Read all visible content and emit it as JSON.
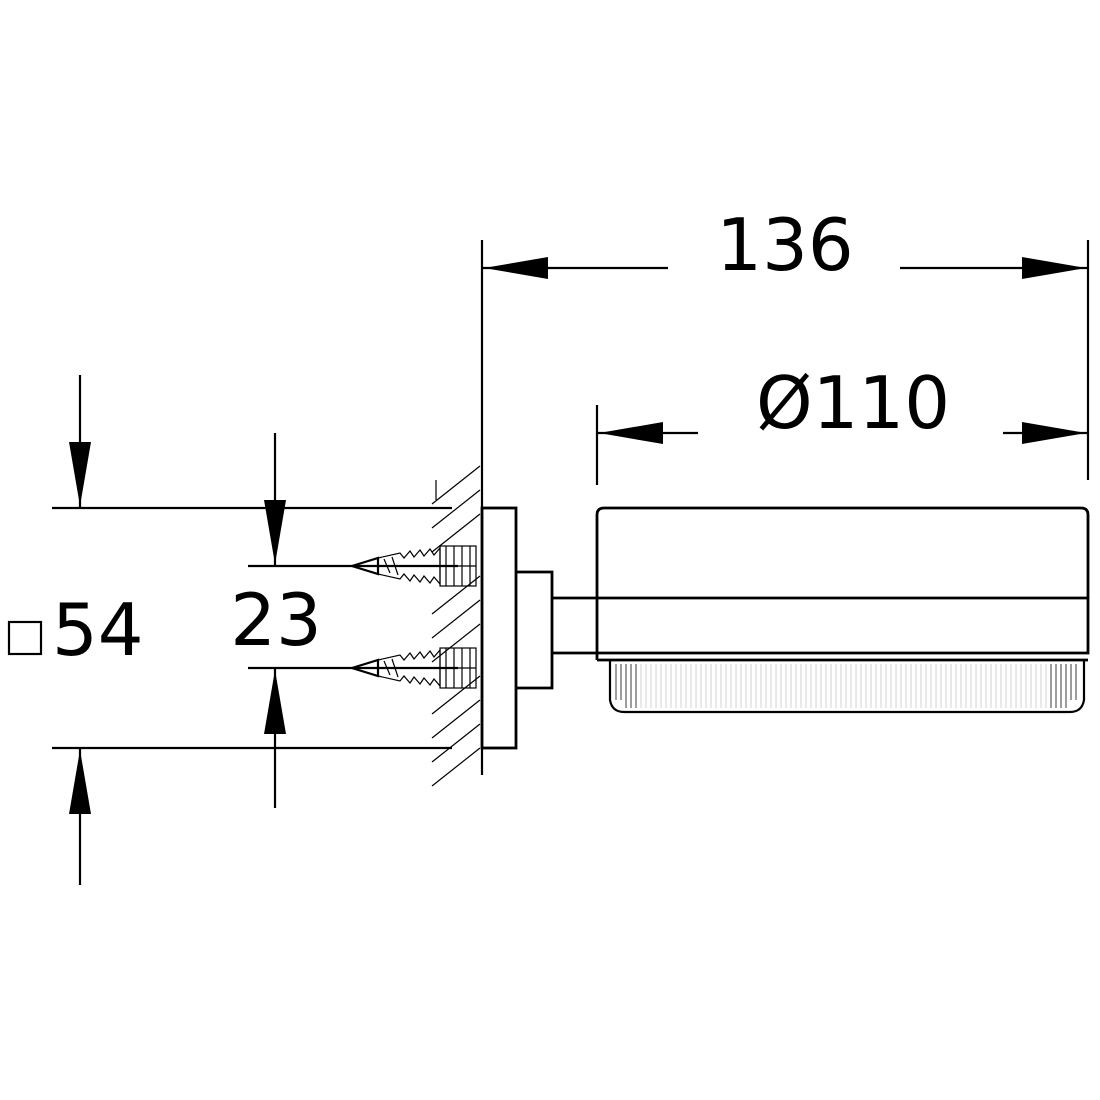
{
  "drawing": {
    "dimensions": {
      "overall_depth": "136",
      "dish_diameter": "Ø110",
      "flange_square": "54",
      "screw_spacing": "23"
    },
    "colors": {
      "stroke": "#000000",
      "background": "#ffffff"
    }
  }
}
